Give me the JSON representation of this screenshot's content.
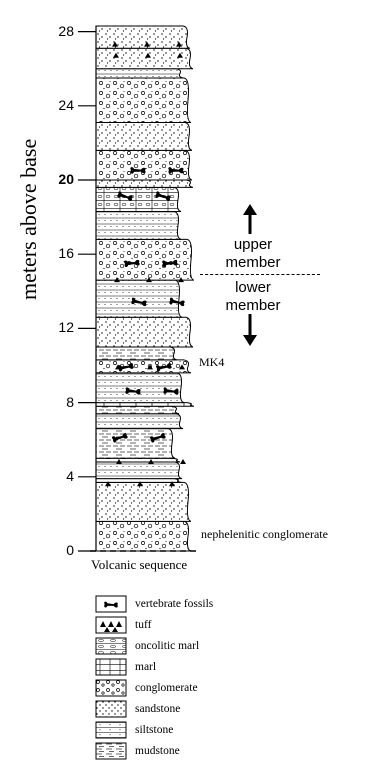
{
  "axis": {
    "label": "meters above base",
    "ticks": [
      {
        "value": 0,
        "label": "0"
      },
      {
        "value": 4,
        "label": "4"
      },
      {
        "value": 8,
        "label": "8"
      },
      {
        "value": 12,
        "label": "12"
      },
      {
        "value": 16,
        "label": "16"
      },
      {
        "value": 20,
        "label": "20",
        "bold": true
      },
      {
        "value": 24,
        "label": "24"
      },
      {
        "value": 28,
        "label": "28"
      }
    ]
  },
  "annotations": {
    "upper_member": "upper\nmember",
    "lower_member": "lower\nmember",
    "mk4": "MK4",
    "nephelenitic": "nephelenitic conglomerate",
    "volcanic": "Volcanic sequence"
  },
  "legend": [
    {
      "key": "vertebrate",
      "label": "vertebrate fossils"
    },
    {
      "key": "tuff",
      "label": "tuff"
    },
    {
      "key": "oncolitic",
      "label": "oncolitic marl"
    },
    {
      "key": "marl",
      "label": "marl"
    },
    {
      "key": "conglomerate",
      "label": "conglomerate"
    },
    {
      "key": "sandstone",
      "label": "sandstone"
    },
    {
      "key": "siltstone",
      "label": "siltstone"
    },
    {
      "key": "mudstone",
      "label": "mudstone"
    }
  ],
  "layers": [
    {
      "lith": "conglomerate",
      "from": 0,
      "to": 1.6
    },
    {
      "lith": "sandstone",
      "from": 1.6,
      "to": 3.7
    },
    {
      "lith": "tuff",
      "from": 3.7,
      "to": 3.9
    },
    {
      "lith": "siltstone",
      "from": 3.9,
      "to": 4.8
    },
    {
      "lith": "tuff",
      "from": 4.8,
      "to": 5.0
    },
    {
      "lith": "mudstone",
      "from": 5.0,
      "to": 6.6
    },
    {
      "lith": "siltstone",
      "from": 6.6,
      "to": 7.4
    },
    {
      "lith": "mudstone",
      "from": 7.4,
      "to": 7.8
    },
    {
      "lith": "marl",
      "from": 7.8,
      "to": 8.0
    },
    {
      "lith": "siltstone",
      "from": 8.0,
      "to": 9.6
    },
    {
      "lith": "conglomerate",
      "from": 9.6,
      "to": 10.3
    },
    {
      "lith": "mudstone",
      "from": 10.3,
      "to": 11.0
    },
    {
      "lith": "sandstone",
      "from": 11.0,
      "to": 12.6
    },
    {
      "lith": "siltstone",
      "from": 12.6,
      "to": 14.6
    },
    {
      "lith": "conglomerate",
      "from": 14.6,
      "to": 16.8
    },
    {
      "lith": "siltstone",
      "from": 16.8,
      "to": 18.3
    },
    {
      "lith": "oncolitic",
      "from": 18.3,
      "to": 19.6
    },
    {
      "lith": "sandstone",
      "from": 19.6,
      "to": 20.0
    },
    {
      "lith": "conglomerate",
      "from": 20.0,
      "to": 21.6
    },
    {
      "lith": "sandstone",
      "from": 21.6,
      "to": 23.1
    },
    {
      "lith": "conglomerate",
      "from": 23.1,
      "to": 25.5
    },
    {
      "lith": "siltstone",
      "from": 25.5,
      "to": 26.0
    },
    {
      "lith": "sandstone",
      "from": 26.0,
      "to": 27.1
    },
    {
      "lith": "sandstone",
      "from": 27.1,
      "to": 28.3
    }
  ],
  "fossils": [
    6.1,
    8.6,
    9.9,
    13.4,
    15.5,
    19.1,
    20.5
  ],
  "tuff_marks": [
    3.6,
    4.8,
    9.9,
    14.6,
    26.7,
    27.3
  ]
}
